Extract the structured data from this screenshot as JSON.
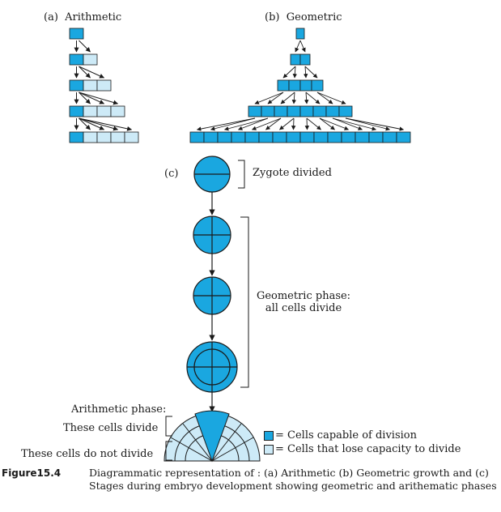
{
  "panels": {
    "a_label": "(a)",
    "a_title": "Arithmetic",
    "b_label": "(b)",
    "b_title": "Geometric",
    "c_label": "(c)"
  },
  "annotations": {
    "zygote": "Zygote divided",
    "geometric_phase_line1": "Geometric phase:",
    "geometric_phase_line2": "all cells divide",
    "arithmetic_phase": "Arithmetic phase:",
    "cells_divide": "These cells divide",
    "cells_not_divide": "These cells do not divide"
  },
  "legend": {
    "capable": "= Cells capable of division",
    "lose": "= Cells that lose capacity to divide"
  },
  "caption": {
    "figure": "Figure15.4",
    "text": "Diagrammatic representation of : (a) Arithmetic (b) Geometric growth and (c) Stages during embryo development showing geometric and arithematic phases"
  },
  "arithmetic_rows": [
    {
      "dividing": 1,
      "nondividing": 0
    },
    {
      "dividing": 1,
      "nondividing": 1
    },
    {
      "dividing": 1,
      "nondividing": 2
    },
    {
      "dividing": 1,
      "nondividing": 3
    },
    {
      "dividing": 1,
      "nondividing": 4
    }
  ],
  "geometric_rows": [
    1,
    2,
    4,
    8,
    16
  ],
  "colors": {
    "dividing": "#1aa7e0",
    "nondividing": "#cdeaf7",
    "stroke": "#1a1a1a"
  }
}
